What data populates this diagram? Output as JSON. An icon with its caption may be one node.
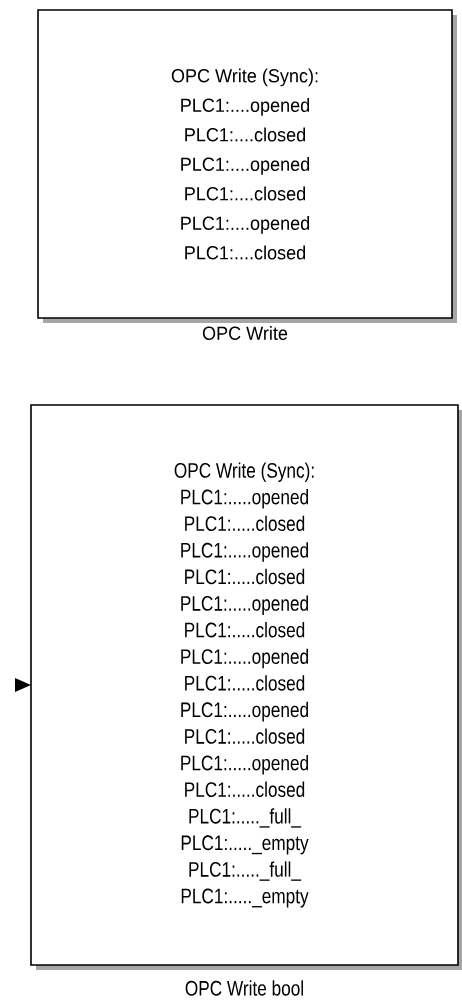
{
  "diagram": {
    "nodes": [
      {
        "text": [
          "OPC Write (Sync):",
          "PLC1:....opened",
          "PLC1:....closed",
          "PLC1:....opened",
          "PLC1:....closed",
          "PLC1:....opened",
          "PLC1:....closed"
        ],
        "beside": [
          "OPC Write"
        ]
      },
      {
        "text": [
          "OPC Write (Sync):",
          "PLC1:.....opened",
          "PLC1:.....closed",
          "PLC1:.....opened",
          "PLC1:.....closed",
          "PLC1:.....opened",
          "PLC1:.....closed",
          "PLC1:.....opened",
          "PLC1:.....closed",
          "PLC1:.....opened",
          "PLC1:.....closed",
          "PLC1:.....opened",
          "PLC1:.....closed",
          "PLC1:....._full_",
          "PLC1:....._empty",
          "PLC1:....._full_",
          "PLC1:....._empty"
        ],
        "beside": [
          "OPC Write bool"
        ]
      }
    ]
  }
}
